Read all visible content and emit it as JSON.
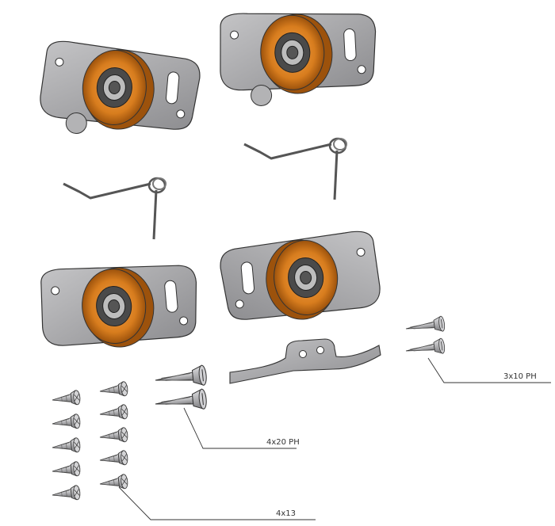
{
  "labels": {
    "screw_small": "3x10 PH",
    "screw_medium": "4x20 PH",
    "screw_wood": "4x13"
  },
  "colors": {
    "plate": "#a9a9ab",
    "plate_dark": "#6e6e70",
    "wheel": "#d87d1e",
    "wheel_dark": "#9c520c",
    "bearing": "#2e2e2e",
    "steel": "#b8b8ba",
    "leader": "#333333"
  },
  "parts": {
    "rollers": 4,
    "springs": 2,
    "cam_brackets": 1,
    "screw_small_count": 2,
    "screw_medium_count": 2,
    "screw_wood_count": 10
  }
}
